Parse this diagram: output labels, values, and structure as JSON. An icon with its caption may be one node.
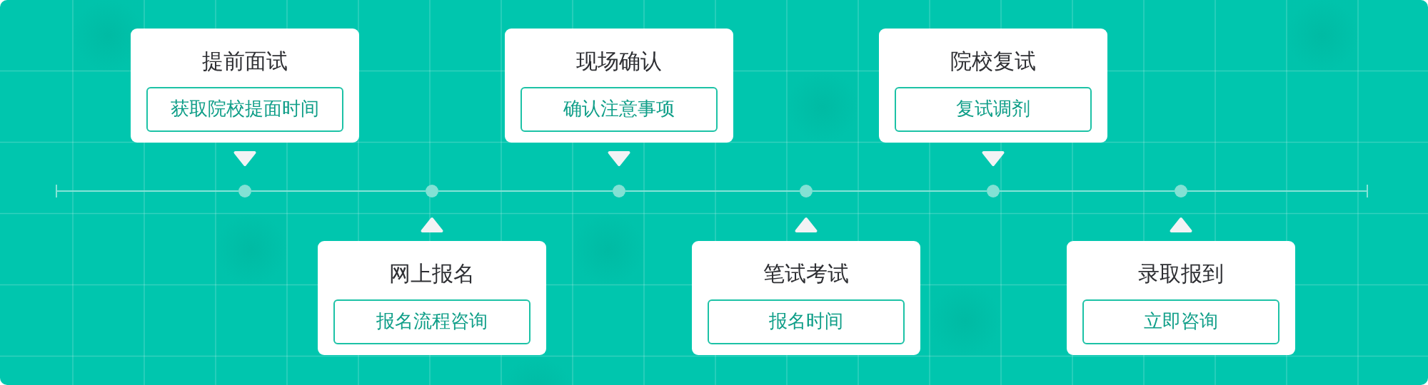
{
  "diagram": {
    "nodes": [
      {
        "text": [
          "提前面试"
        ]
      },
      {
        "text": [
          "获取院校提面时间"
        ],
        "in": 0
      },
      {
        "text": [],
        "shape": "circle"
      },
      {
        "text": [
          "网上报名"
        ]
      },
      {
        "text": [
          "报名流程咨询"
        ],
        "in": 3
      },
      {
        "text": [],
        "shape": "circle"
      },
      {
        "text": [
          "现场确认"
        ]
      },
      {
        "text": [
          "确认注意事项"
        ],
        "in": 6
      },
      {
        "text": [],
        "shape": "circle"
      },
      {
        "text": [
          "笔试考试"
        ]
      },
      {
        "text": [
          "报名时间"
        ],
        "in": 9
      },
      {
        "text": [],
        "shape": "circle"
      },
      {
        "text": [
          "院校复试"
        ]
      },
      {
        "text": [
          "复试调剂"
        ],
        "in": 12
      },
      {
        "text": [],
        "shape": "circle"
      },
      {
        "text": [
          "录取报到"
        ]
      },
      {
        "text": [
          "立即咨询"
        ],
        "in": 15
      },
      {
        "text": [],
        "shape": "circle"
      }
    ],
    "edges": [
      {
        "from": 0,
        "to": 2,
        "arrow": "to"
      },
      {
        "from": 3,
        "to": 5,
        "arrow": "to"
      },
      {
        "from": 6,
        "to": 8,
        "arrow": "to"
      },
      {
        "from": 9,
        "to": 11,
        "arrow": "to"
      },
      {
        "from": 12,
        "to": 14,
        "arrow": "to"
      },
      {
        "from": 15,
        "to": 17,
        "arrow": "to"
      },
      {
        "from": 2,
        "to": 5,
        "arrow": "none"
      },
      {
        "from": 5,
        "to": 8,
        "arrow": "none"
      },
      {
        "from": 8,
        "to": 11,
        "arrow": "none"
      },
      {
        "from": 11,
        "to": 14,
        "arrow": "none"
      },
      {
        "from": 14,
        "to": 17,
        "arrow": "none"
      }
    ]
  }
}
